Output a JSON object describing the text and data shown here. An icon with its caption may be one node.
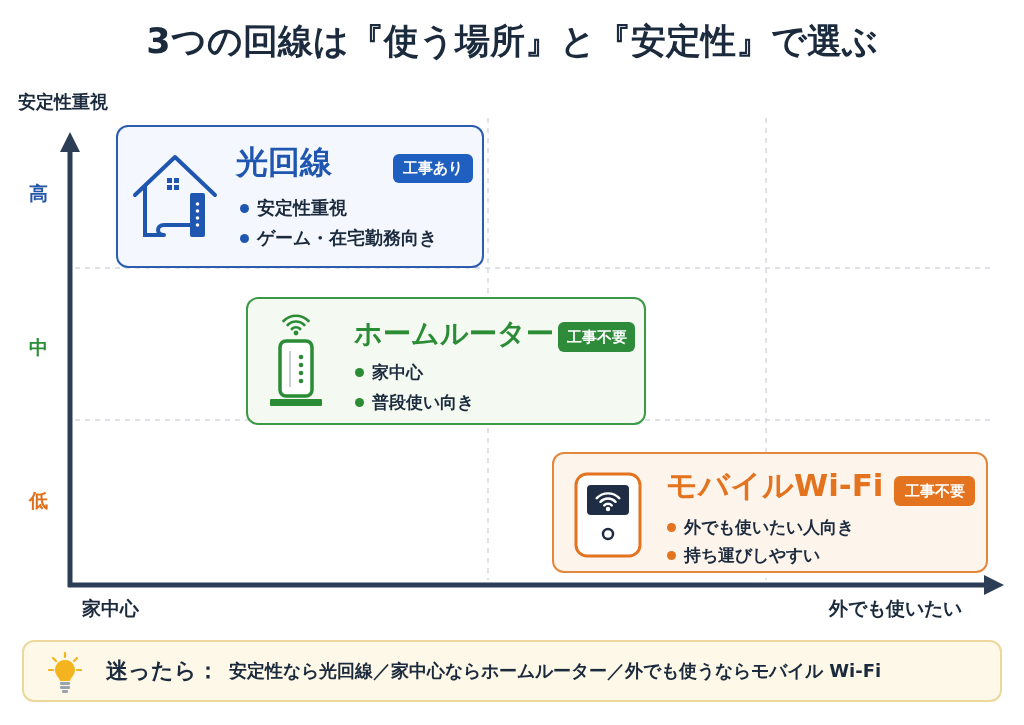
{
  "diagram": {
    "title": "3つの回線は『使う場所』と『安定性』で選ぶ",
    "nodes": [
      {
        "text": [
          "光回線",
          "安定性重視",
          "ゲーム・在宅勤務向き"
        ]
      },
      {
        "text": [
          "工事あり"
        ],
        "in": 0
      },
      {
        "text": [
          "ホームルーター",
          "家中心",
          "普段使い向き"
        ]
      },
      {
        "text": [
          "工事不要"
        ],
        "in": 2
      },
      {
        "text": [
          "モバイルWi-Fi",
          "外でも使いたい人向き",
          "持ち運びしやすい"
        ]
      },
      {
        "text": [
          "工事不要"
        ],
        "in": 4
      },
      {
        "text": [
          "迷ったら：",
          "安定性なら光回線／家中心ならホームルーター／外でも使うならモバイル Wi-Fi"
        ]
      }
    ],
    "labels": [
      "安定性重視",
      "高",
      "中",
      "低",
      "家中心",
      "外でも使いたい"
    ]
  }
}
